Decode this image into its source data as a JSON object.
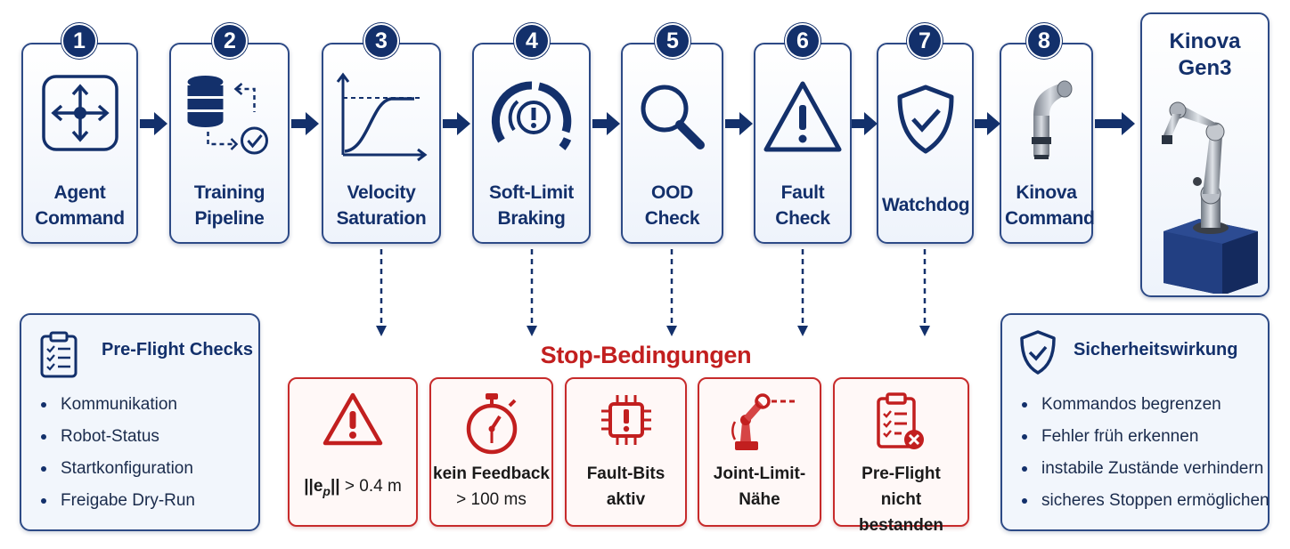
{
  "pipeline": {
    "steps": [
      {
        "number": "1",
        "label_line1": "Agent",
        "label_line2": "Command",
        "icon": "move-arrows-icon"
      },
      {
        "number": "2",
        "label_line1": "Training",
        "label_line2": "Pipeline",
        "icon": "database-check-icon"
      },
      {
        "number": "3",
        "label_line1": "Velocity",
        "label_line2": "Saturation",
        "icon": "saturation-curve-icon"
      },
      {
        "number": "4",
        "label_line1": "Soft-Limit",
        "label_line2": "Braking",
        "icon": "brake-warning-icon"
      },
      {
        "number": "5",
        "label_line1": "OOD",
        "label_line2": "Check",
        "icon": "magnifier-icon"
      },
      {
        "number": "6",
        "label_line1": "Fault",
        "label_line2": "Check",
        "icon": "warning-triangle-icon"
      },
      {
        "number": "7",
        "label_line1": "Watchdog",
        "label_line2": "",
        "icon": "shield-check-icon"
      },
      {
        "number": "8",
        "label_line1": "Kinova",
        "label_line2": "Command",
        "icon": "robot-joint-icon"
      }
    ],
    "target": {
      "line1": "Kinova",
      "line2": "Gen3",
      "icon": "robot-arm-icon"
    }
  },
  "preflight": {
    "title": "Pre-Flight Checks",
    "icon": "clipboard-checklist-icon",
    "items": [
      "Kommunikation",
      "Robot-Status",
      "Startkonfiguration",
      "Freigabe Dry-Run"
    ]
  },
  "stop": {
    "title": "Stop-Bedingungen",
    "conditions": [
      {
        "line1": "",
        "line2": "> 0.4 m",
        "formula_norm": "||e",
        "formula_sub": "p",
        "formula_close": "||",
        "icon": "warning-triangle-icon"
      },
      {
        "line1": "kein Feedback",
        "line2": "> 100 ms",
        "icon": "stopwatch-icon"
      },
      {
        "line1": "Fault-Bits",
        "line2": "aktiv",
        "icon": "chip-alert-icon"
      },
      {
        "line1": "Joint-Limit-",
        "line2": "Nähe",
        "icon": "robot-arm-limit-icon"
      },
      {
        "line1": "Pre-Flight",
        "line2": "nicht bestanden",
        "icon": "clipboard-fail-icon"
      }
    ]
  },
  "safety": {
    "title": "Sicherheitswirkung",
    "icon": "shield-check-icon",
    "items": [
      "Kommandos begrenzen",
      "Fehler früh erkennen",
      "instabile Zustände verhindern",
      "sicheres Stoppen ermöglichen"
    ]
  },
  "colors": {
    "navy": "#13306b",
    "red": "#c21f1f",
    "box_border": "#2d4a86"
  }
}
